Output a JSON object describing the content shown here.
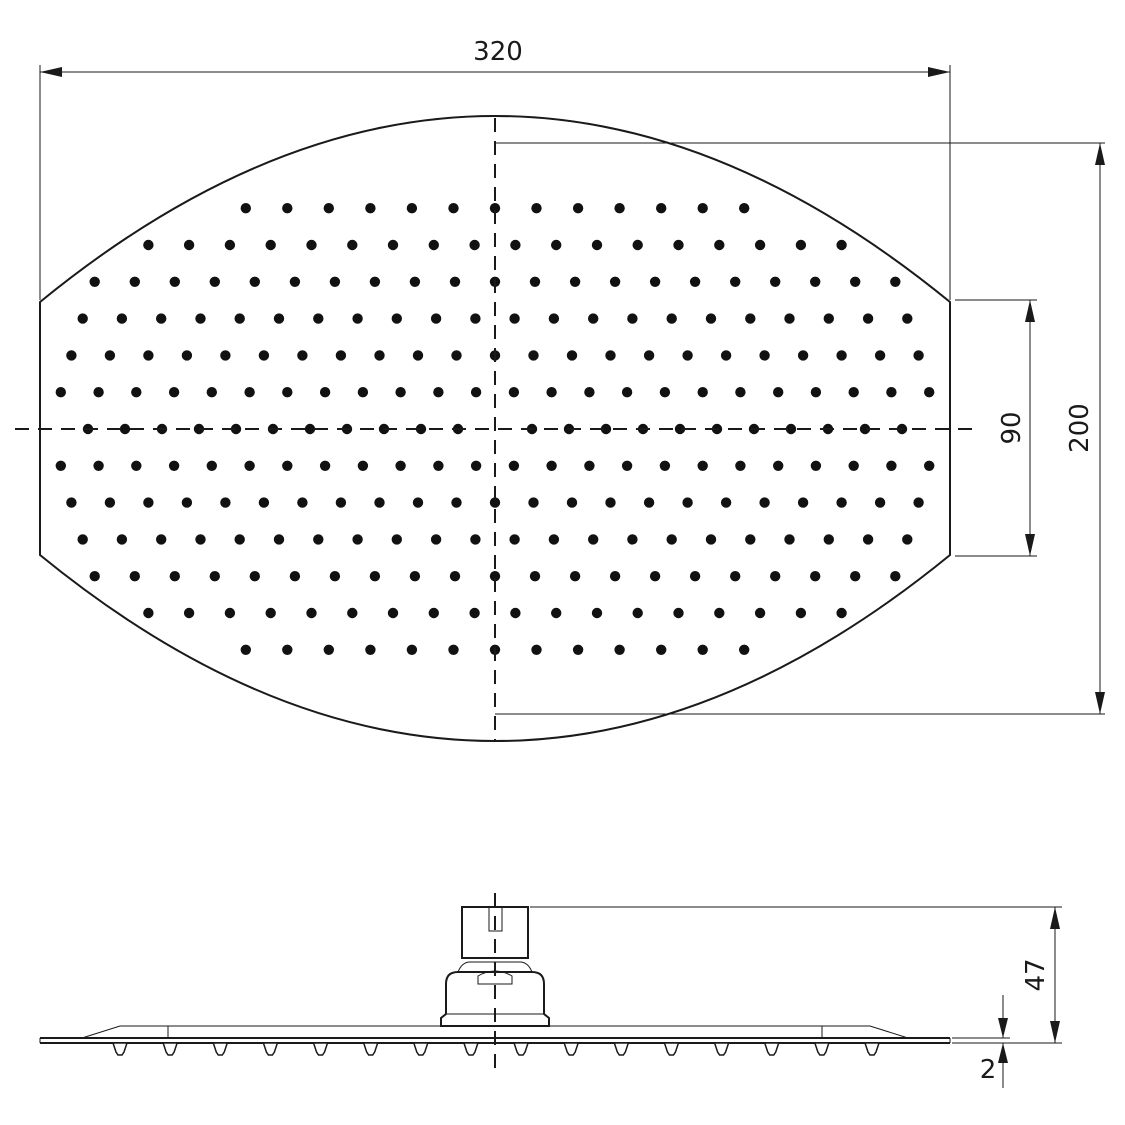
{
  "dimensions": {
    "width": "320",
    "height": "200",
    "flat_side": "90",
    "connector_height": "47",
    "plate_thickness": "2"
  },
  "nozzle_rows": 13,
  "side_nozzles": 16
}
